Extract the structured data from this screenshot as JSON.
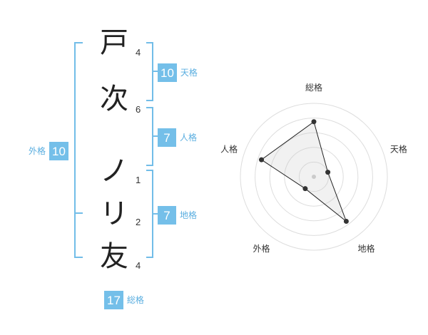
{
  "name_chars": [
    {
      "char": "戸",
      "strokes": "4"
    },
    {
      "char": "次",
      "strokes": "6"
    },
    {
      "char": "ノ",
      "strokes": "1"
    },
    {
      "char": "リ",
      "strokes": "2"
    },
    {
      "char": "友",
      "strokes": "4"
    }
  ],
  "kaku": {
    "tenkaku": {
      "value": "10",
      "label": "天格"
    },
    "jinkaku": {
      "value": "7",
      "label": "人格"
    },
    "chikaku": {
      "value": "7",
      "label": "地格"
    },
    "gaikaku": {
      "value": "10",
      "label": "外格"
    },
    "soukaku": {
      "value": "17",
      "label": "総格"
    }
  },
  "colors": {
    "accent": "#74bfe9",
    "bracket": "#72bde8"
  },
  "chart_data": {
    "type": "radar",
    "axes": [
      "総格",
      "天格",
      "地格",
      "外格",
      "人格"
    ],
    "values": [
      0.75,
      0.2,
      0.75,
      0.2,
      0.75
    ],
    "rings": 5,
    "grid": true
  }
}
